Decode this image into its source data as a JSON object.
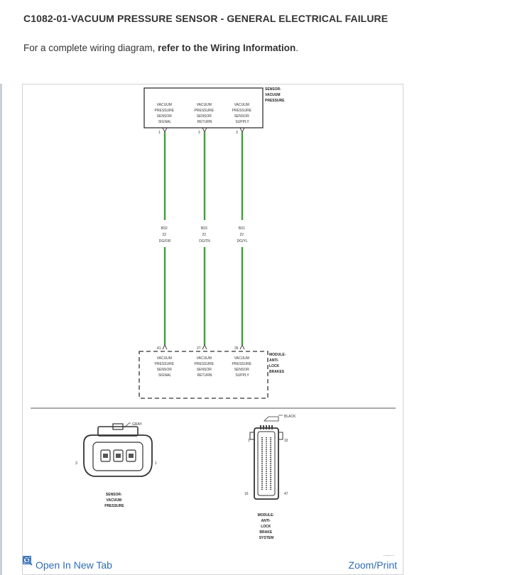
{
  "title": "C1082-01-VACUUM PRESSURE SENSOR - GENERAL ELECTRICAL FAILURE",
  "intro": {
    "prefix": "For a complete wiring diagram, ",
    "link_text": "refer to the Wiring Information",
    "suffix": "."
  },
  "diagram": {
    "sensor_name_lines": [
      "SENSOR-",
      "VACUUM",
      "PRESSURE"
    ],
    "pins_top": [
      {
        "num": "1",
        "label_lines": [
          "VACUUM",
          "PRESSURE",
          "SENSOR",
          "SIGNAL"
        ]
      },
      {
        "num": "2",
        "label_lines": [
          "VACUUM",
          "PRESSURE",
          "SENSOR",
          "RETURN"
        ]
      },
      {
        "num": "3",
        "label_lines": [
          "VACUUM",
          "PRESSURE",
          "SENSOR",
          "SUPPLY"
        ]
      }
    ],
    "wires": [
      {
        "circuit": "B32",
        "gauge": "22",
        "color_code": "DG/OR"
      },
      {
        "circuit": "B33",
        "gauge": "22",
        "color_code": "DG/TN"
      },
      {
        "circuit": "B31",
        "gauge": "22",
        "color_code": "DG/YL"
      }
    ],
    "wire_color": "#3aa335",
    "pins_bottom": [
      {
        "num": "41",
        "label_lines": [
          "VACUUM",
          "PRESSURE",
          "SENSOR",
          "SIGNAL"
        ]
      },
      {
        "num": "27",
        "label_lines": [
          "VACUUM",
          "PRESSURE",
          "SENSOR",
          "RETURN"
        ]
      },
      {
        "num": "26",
        "label_lines": [
          "VACUUM",
          "PRESSURE",
          "SENSOR",
          "SUPPLY"
        ]
      }
    ],
    "module_name_lines": [
      "MODULE-",
      "ANTI-",
      "LOCK",
      "BRAKES"
    ],
    "connector_left": {
      "color_label": "GRAY",
      "pin_left": "3",
      "pin_right": "1",
      "name_lines": [
        "SENSOR-",
        "VACUUM",
        "PRESSURE"
      ]
    },
    "connector_right": {
      "color_label": "BLACK",
      "pin_top_left": "1",
      "pin_top_right": "32",
      "pin_bottom_left": "16",
      "pin_bottom_right": "47",
      "name_lines": [
        "MODULE-",
        "ANTI-",
        "LOCK",
        "BRAKE",
        "SYSTEM"
      ]
    },
    "figure_code": "8677893"
  },
  "footer": {
    "open_tab_label": "Open In New Tab",
    "open_tab_icon": "open-in-new-tab-icon",
    "zoom_label": "Zoom/Print",
    "zoom_icon": "zoom-in-icon",
    "link_color": "#2f6db5"
  }
}
